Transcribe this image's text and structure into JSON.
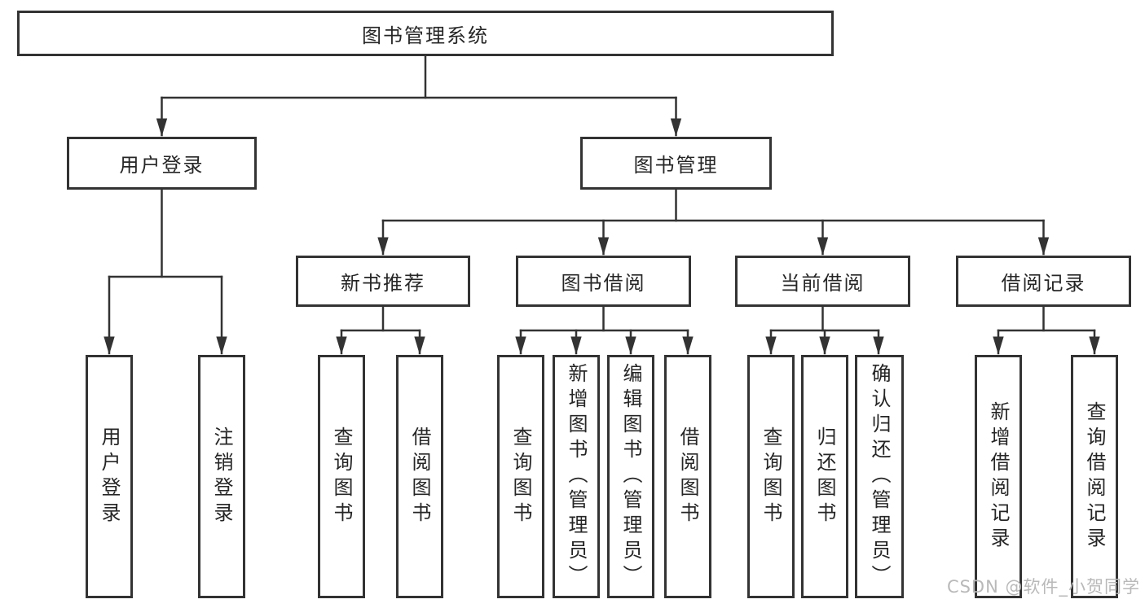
{
  "nodes": {
    "root": {
      "label": "图书管理系统"
    },
    "level2": [
      {
        "label": "用户登录",
        "parent": "图书管理系统"
      },
      {
        "label": "图书管理",
        "parent": "图书管理系统"
      }
    ],
    "level3": [
      {
        "label": "新书推荐",
        "parent": "图书管理"
      },
      {
        "label": "图书借阅",
        "parent": "图书管理"
      },
      {
        "label": "当前借阅",
        "parent": "图书管理"
      },
      {
        "label": "借阅记录",
        "parent": "图书管理"
      }
    ],
    "leaves": [
      {
        "label": "用户登录",
        "parent": "用户登录"
      },
      {
        "label": "注销登录",
        "parent": "用户登录"
      },
      {
        "label": "查询图书",
        "parent": "新书推荐"
      },
      {
        "label": "借阅图书",
        "parent": "新书推荐"
      },
      {
        "label": "查询图书",
        "parent": "图书借阅"
      },
      {
        "label": "新增图书（管理员）",
        "parent": "图书借阅"
      },
      {
        "label": "编辑图书（管理员）",
        "parent": "图书借阅"
      },
      {
        "label": "借阅图书",
        "parent": "图书借阅"
      },
      {
        "label": "查询图书",
        "parent": "当前借阅"
      },
      {
        "label": "归还图书",
        "parent": "当前借阅"
      },
      {
        "label": "确认归还（管理员）",
        "parent": "当前借阅"
      },
      {
        "label": "新增借阅记录",
        "parent": "借阅记录"
      },
      {
        "label": "查询借阅记录",
        "parent": "借阅记录"
      }
    ]
  },
  "colors": {
    "line": "#333333",
    "box_border": "#333333",
    "text": "#262626",
    "watermark": "#b9b9b9",
    "background": "#ffffff"
  },
  "watermark": {
    "text": "CSDN @软件_小贺同学"
  }
}
